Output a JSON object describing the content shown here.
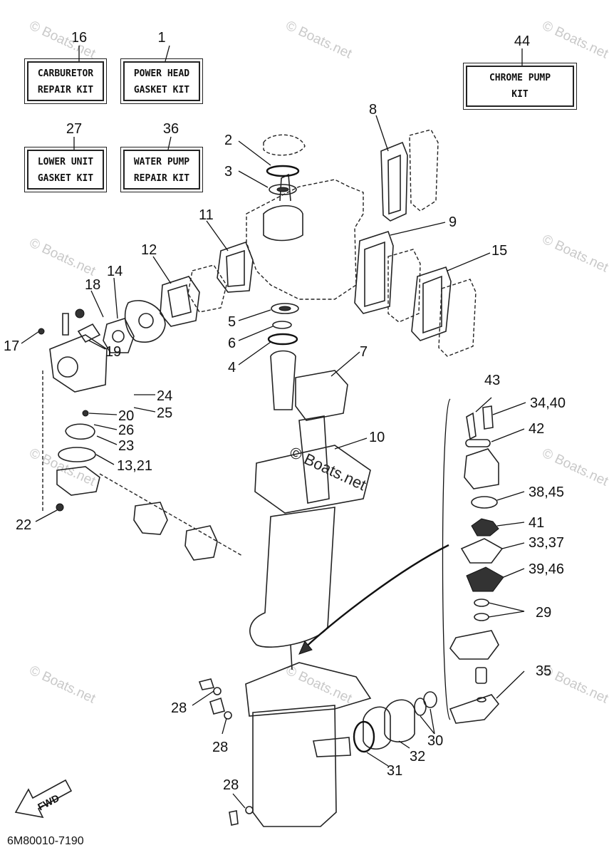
{
  "kits": [
    {
      "number": "16",
      "line1": "CARBURETOR",
      "line2": "REPAIR KIT"
    },
    {
      "number": "1",
      "line1": "POWER HEAD",
      "line2": "GASKET KIT"
    },
    {
      "number": "44",
      "line1": "CHROME PUMP",
      "line2": "KIT"
    },
    {
      "number": "27",
      "line1": "LOWER UNIT",
      "line2": "GASKET KIT"
    },
    {
      "number": "36",
      "line1": "WATER PUMP",
      "line2": "REPAIR KIT"
    }
  ],
  "callouts": [
    "2",
    "3",
    "8",
    "9",
    "11",
    "12",
    "14",
    "15",
    "18",
    "17",
    "19",
    "5",
    "6",
    "4",
    "7",
    "10",
    "24",
    "20",
    "25",
    "26",
    "23",
    "13,21",
    "22",
    "43",
    "34,40",
    "42",
    "38,45",
    "41",
    "33,37",
    "39,46",
    "29",
    "35",
    "28",
    "28",
    "30",
    "32",
    "31",
    "28"
  ],
  "fwd_label": "FWD",
  "diagram_code": "6M80010-7190",
  "watermark": "© Boats.net"
}
